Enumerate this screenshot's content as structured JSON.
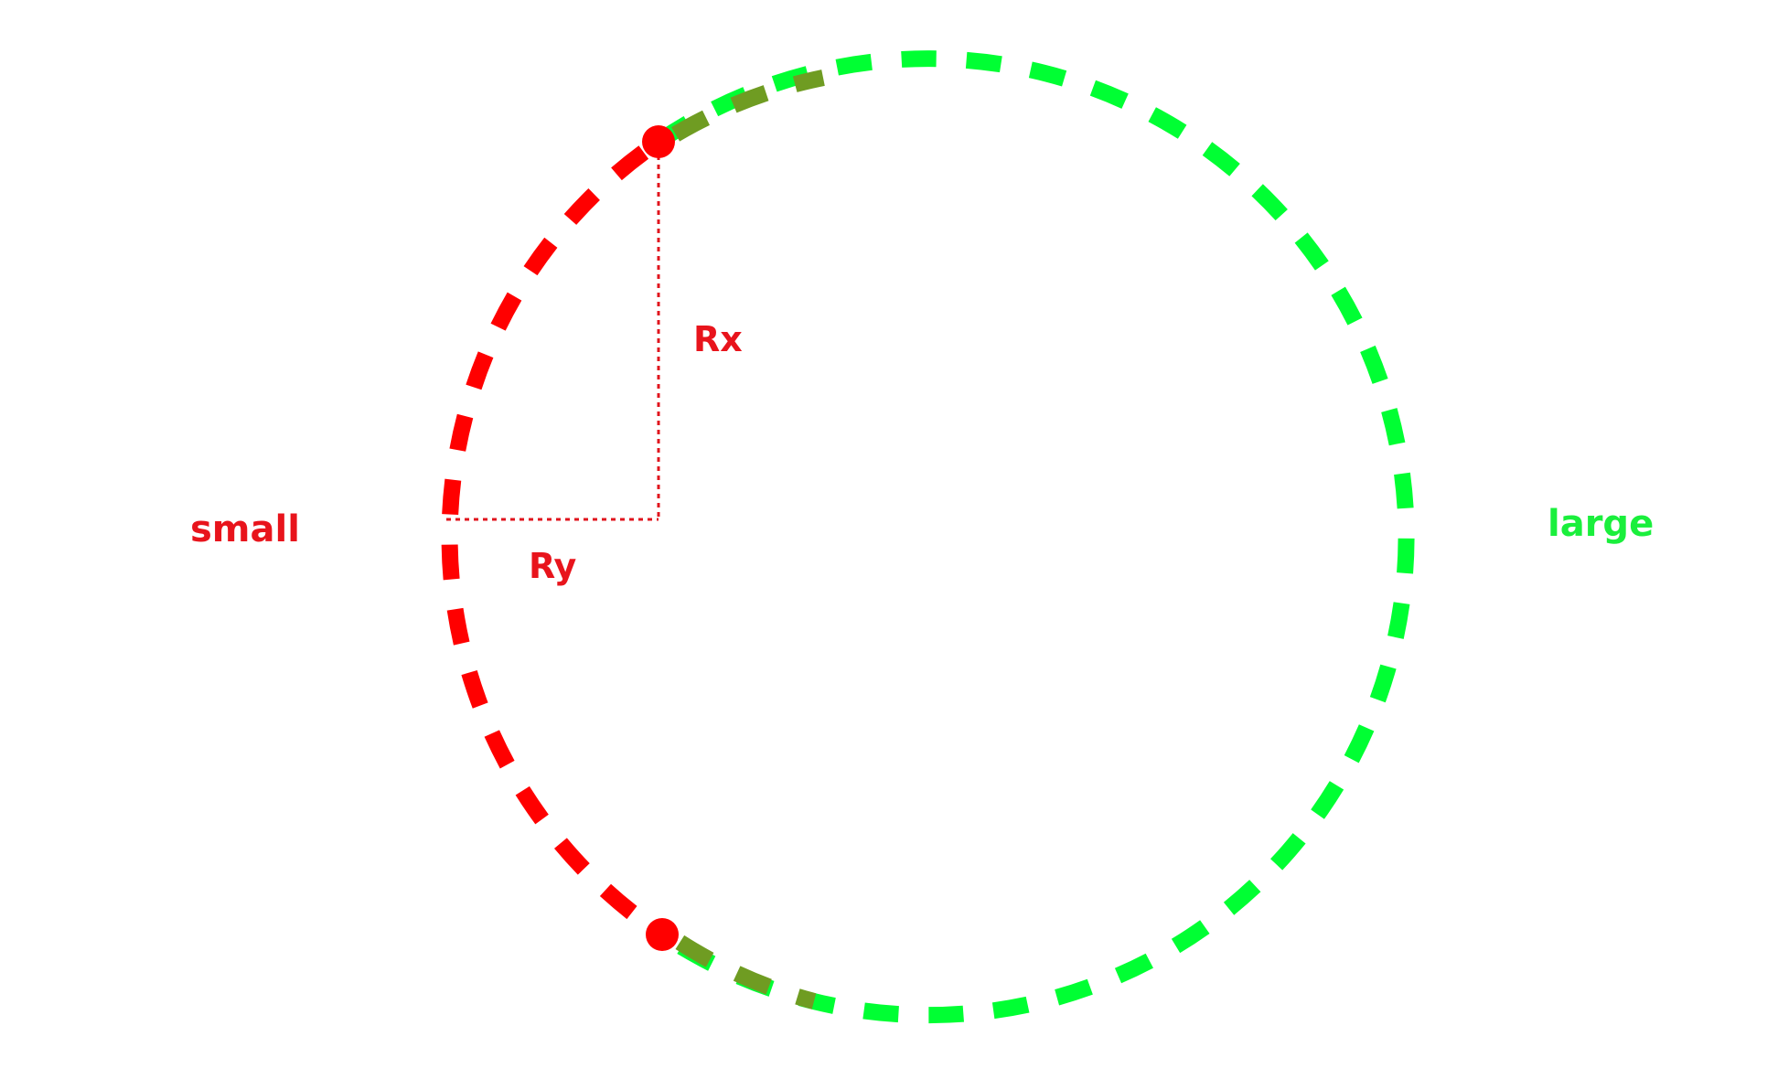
{
  "labels": {
    "small": "small",
    "large": "large",
    "rx": "Rx",
    "ry": "Ry"
  },
  "colors": {
    "small_arc": "#ff0000",
    "large_arc": "#00ff33",
    "blend_mid": "#7a8a1a",
    "point": "#ff0000",
    "guide": "#e0141e",
    "small_label": "#e8141c",
    "large_label": "#1aef3c",
    "background": "#ffffff"
  }
}
